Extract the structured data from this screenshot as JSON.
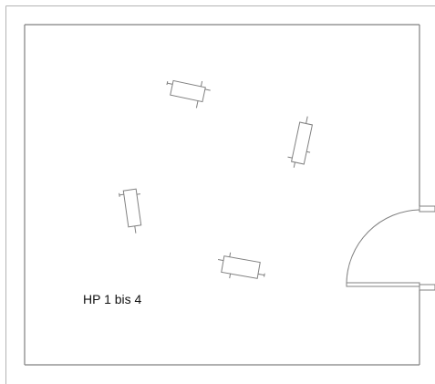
{
  "diagram": {
    "label": "HP 1 bis 4",
    "line_color": "#808080",
    "outer_frame_color": "#b4b4b4",
    "background": "#ffffff"
  },
  "elements": [
    {
      "name": "device-hp-1"
    },
    {
      "name": "device-hp-2"
    },
    {
      "name": "device-hp-3"
    },
    {
      "name": "device-hp-4"
    }
  ]
}
